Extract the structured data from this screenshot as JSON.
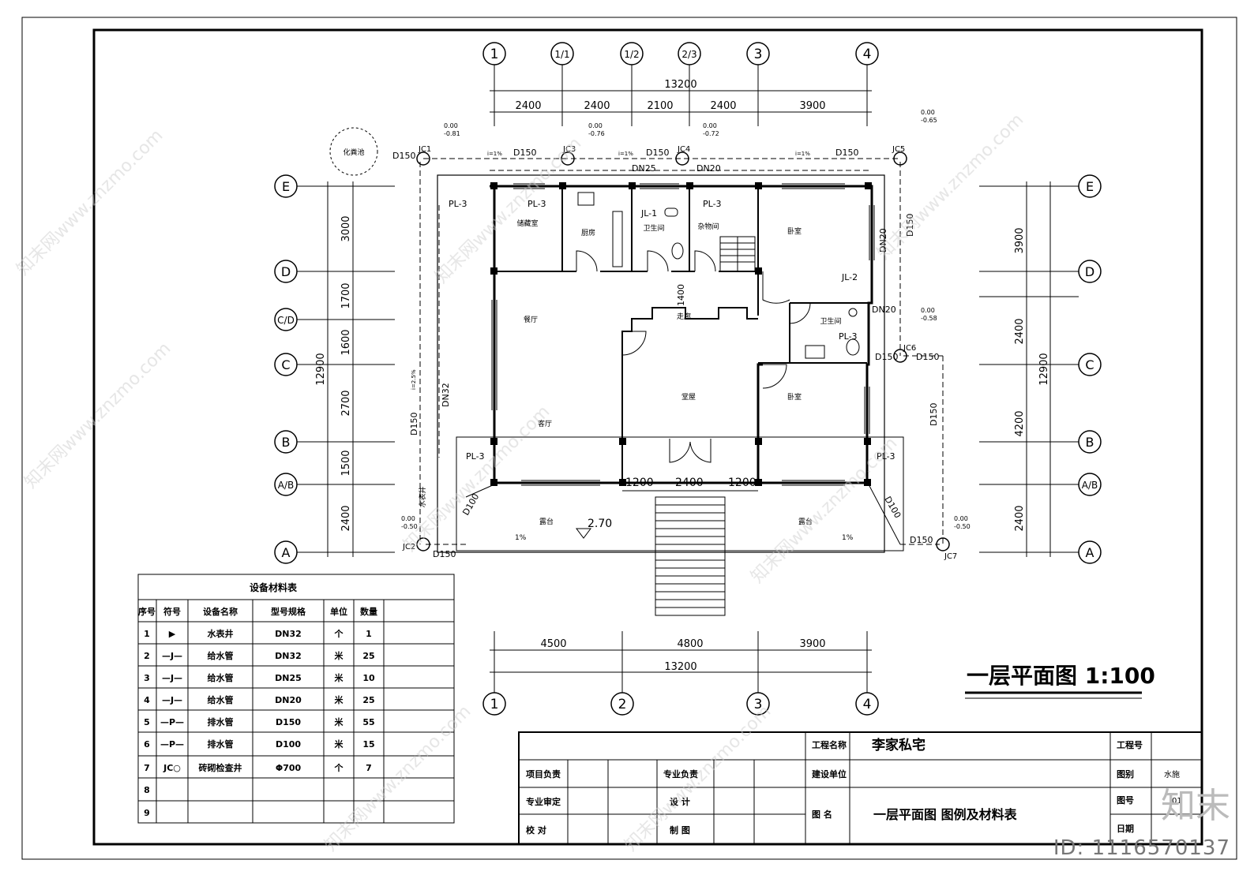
{
  "drawing": {
    "title": "一层平面图 1:100",
    "axes_top": [
      "1",
      "1/1",
      "1/2",
      "2/3",
      "3",
      "4"
    ],
    "axes_bottom": [
      "1",
      "2",
      "3",
      "4"
    ],
    "axes_side": [
      "E",
      "D",
      "C/D",
      "C",
      "B",
      "A/B",
      "A"
    ],
    "top_total": "13200",
    "top_dims": [
      "2400",
      "2400",
      "2100",
      "2400",
      "3900"
    ],
    "bottom_dims": [
      "4500",
      "4800",
      "3900"
    ],
    "bottom_total": "13200",
    "left_total": "12900",
    "left_dims": [
      "3000",
      "1700",
      "1600",
      "2700",
      "1500",
      "2400"
    ],
    "right_total": "12900",
    "right_dims": [
      "3900",
      "2400",
      "4200",
      "2400"
    ],
    "porch_dims": [
      "1200",
      "2400",
      "1200"
    ],
    "elevation": "2.70",
    "septic_label": "化粪池",
    "rooms": {
      "storage": "储藏室",
      "kitchen": "厨房",
      "toilet1": "卫生间",
      "room_small": "杂物间",
      "bedroom1": "卧室",
      "dining": "餐厅",
      "hall": "走廊",
      "toilet2": "卫生间",
      "living": "客厅",
      "lobby": "堂屋",
      "bedroom2": "卧室",
      "terrace_left": "露台",
      "terrace_right": "露台",
      "meter": "水表井"
    },
    "pipes": {
      "d150": "D150",
      "d100": "D100",
      "dn25": "DN25",
      "dn20": "DN20",
      "dn32": "DN32",
      "pl3": "PL-3",
      "jl1": "JL-1",
      "jl2": "JL-2",
      "slope1": "i=1%",
      "slope2": "i=2.5%",
      "one_pct": "1%",
      "len1": "1400"
    },
    "wells": {
      "jc1": "JC1",
      "jc1_e": "0.00",
      "jc1_d": "-0.81",
      "jc2": "JC2",
      "jc2_e": "0.00",
      "jc2_d": "-0.50",
      "jc3": "JC3",
      "jc3_e": "0.00",
      "jc3_d": "-0.76",
      "jc4": "JC4",
      "jc4_e": "0.00",
      "jc4_d": "-0.72",
      "jc5": "JC5",
      "jc5_e": "0.00",
      "jc5_d": "-0.65",
      "jc6": "JC6",
      "jc6_e": "0.00",
      "jc6_d": "-0.58",
      "jc7": "JC7",
      "jc7_e": "0.00",
      "jc7_d": "-0.50"
    }
  },
  "materials": {
    "title": "设备材料表",
    "headers": [
      "序号",
      "符号",
      "设备名称",
      "型号规格",
      "单位",
      "数量"
    ],
    "rows": [
      {
        "no": "1",
        "sym": "▶",
        "name": "水表井",
        "spec": "DN32",
        "unit": "个",
        "qty": "1"
      },
      {
        "no": "2",
        "sym": "—J—",
        "name": "给水管",
        "spec": "DN32",
        "unit": "米",
        "qty": "25"
      },
      {
        "no": "3",
        "sym": "—J—",
        "name": "给水管",
        "spec": "DN25",
        "unit": "米",
        "qty": "10"
      },
      {
        "no": "4",
        "sym": "—J—",
        "name": "给水管",
        "spec": "DN20",
        "unit": "米",
        "qty": "25"
      },
      {
        "no": "5",
        "sym": "—P—",
        "name": "排水管",
        "spec": "D150",
        "unit": "米",
        "qty": "55"
      },
      {
        "no": "6",
        "sym": "—P—",
        "name": "排水管",
        "spec": "D100",
        "unit": "米",
        "qty": "15"
      },
      {
        "no": "7",
        "sym": "JC○",
        "name": "砖砌检查井",
        "spec": "Φ700",
        "unit": "个",
        "qty": "7"
      },
      {
        "no": "8",
        "sym": "",
        "name": "",
        "spec": "",
        "unit": "",
        "qty": ""
      },
      {
        "no": "9",
        "sym": "",
        "name": "",
        "spec": "",
        "unit": "",
        "qty": ""
      }
    ]
  },
  "titleblock": {
    "project_label": "工程名称",
    "project_value": "李家私宅",
    "number_label": "工程号",
    "unit_label": "建设单位",
    "drawing_label": "图别",
    "drawing_value": "水施",
    "sheet_label": "图号",
    "sheet_value": "01",
    "name_label": "图 名",
    "name_value": "一层平面图    图例及材料表",
    "date_label": "日期",
    "role1": "项目负责",
    "role2": "专业负责",
    "role3": "专业审定",
    "role4": "设 计",
    "role5": "校 对",
    "role6": "制 图"
  },
  "watermark": {
    "brand": "知末",
    "id": "ID: 1116570137",
    "url": "知末网www.znzmo.com"
  }
}
